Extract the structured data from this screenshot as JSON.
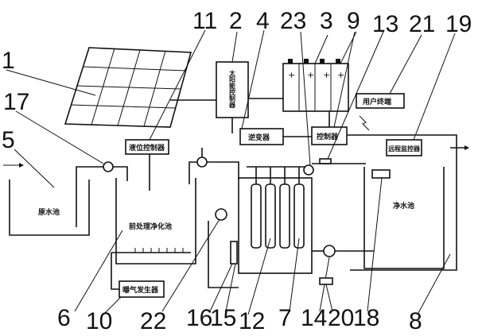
{
  "labels": {
    "waste_tank": "原水池",
    "pretreatment_tank": "前处理净化池",
    "clean_tank": "净水池",
    "charge_controller": "太阳能控制器",
    "inverter": "逆变器",
    "controller": "控制器",
    "user_terminal": "用户终端",
    "remote_monitor": "远程监控器",
    "level_controller": "液位控制器",
    "aeration_device": "曝气发生器"
  },
  "callouts": [
    "1",
    "17",
    "5",
    "11",
    "2",
    "4",
    "23",
    "3",
    "9",
    "13",
    "21",
    "19",
    "6",
    "10",
    "22",
    "16",
    "15",
    "12",
    "7",
    "14",
    "20",
    "18",
    "8"
  ],
  "icons": {
    "pump": "pump-icon",
    "battery": "battery-icon",
    "membrane": "membrane-module-icon",
    "wireless": "wireless-signal-icon"
  }
}
